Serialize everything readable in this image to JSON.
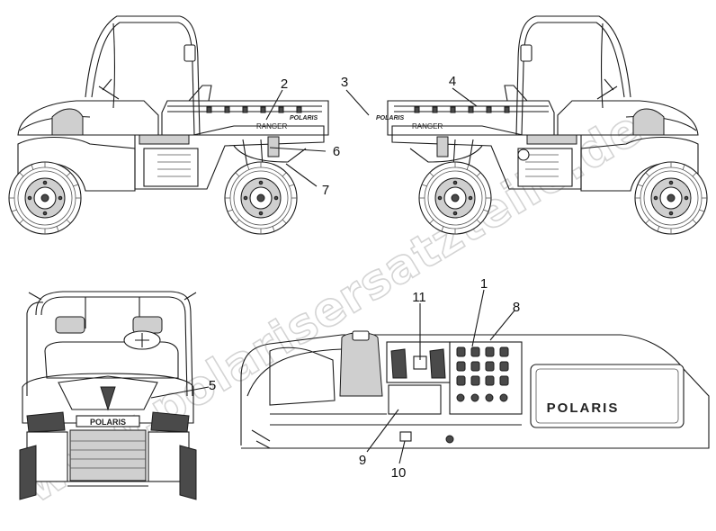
{
  "watermark": "www.polarisersatzteile.de",
  "decals": {
    "ranger_left": "RANGER",
    "ranger_right": "RANGER",
    "polaris_bed_left": "POLARIS",
    "polaris_bed_right": "POLARIS",
    "polaris_hood": "POLARIS",
    "polaris_dash": "POLARIS"
  },
  "callouts": [
    {
      "id": "callout-1",
      "label": "1"
    },
    {
      "id": "callout-2",
      "label": "2"
    },
    {
      "id": "callout-3",
      "label": "3"
    },
    {
      "id": "callout-4",
      "label": "4"
    },
    {
      "id": "callout-5",
      "label": "5"
    },
    {
      "id": "callout-6",
      "label": "6"
    },
    {
      "id": "callout-7",
      "label": "7"
    },
    {
      "id": "callout-8",
      "label": "8"
    },
    {
      "id": "callout-9",
      "label": "9"
    },
    {
      "id": "callout-10",
      "label": "10"
    },
    {
      "id": "callout-11",
      "label": "11"
    }
  ]
}
